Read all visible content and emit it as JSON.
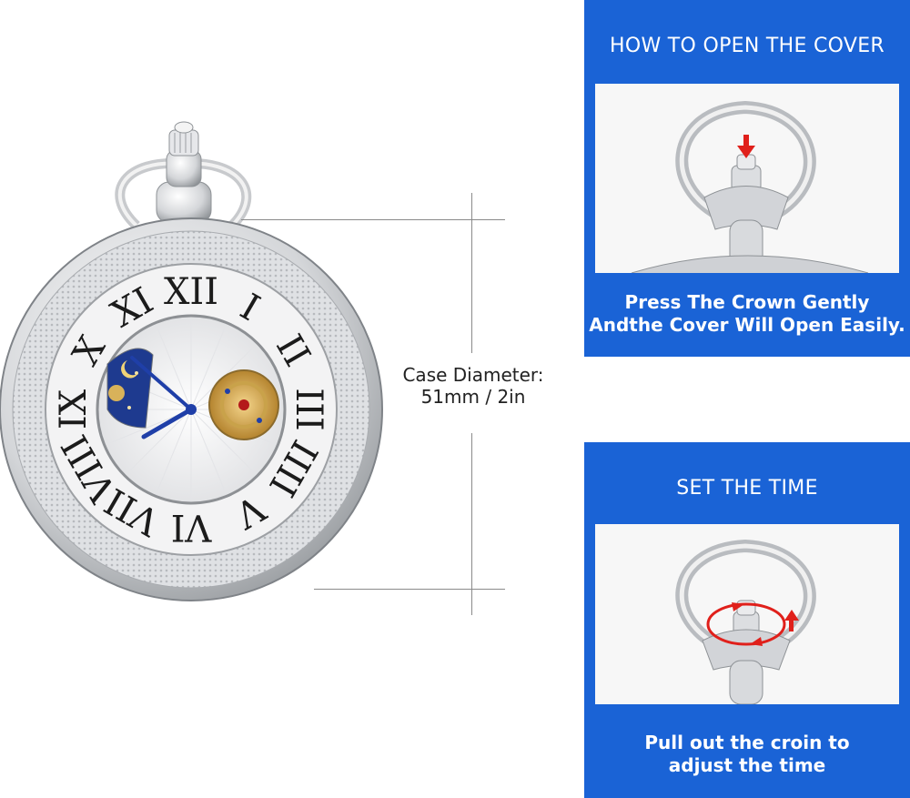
{
  "product": {
    "dimension": {
      "line1": "Case Diameter:",
      "line2": "51mm / 2in"
    },
    "dial_numerals": [
      "XII",
      "I",
      "II",
      "III",
      "IIII",
      "V",
      "VI",
      "VII",
      "VIII",
      "IX",
      "X",
      "XI"
    ]
  },
  "panels": {
    "open_cover": {
      "title": "HOW TO OPEN THE COVER",
      "caption_line1": "Press The Crown Gently",
      "caption_line2": "Andthe Cover Will Open Easily."
    },
    "set_time": {
      "title": "SET THE TIME",
      "caption_line1": "Pull out the croin to",
      "caption_line2": "adjust the time"
    }
  },
  "colors": {
    "panel_blue": "#1a63d6",
    "arrow_red": "#e0201b",
    "hand_blue": "#1f3fa8"
  }
}
